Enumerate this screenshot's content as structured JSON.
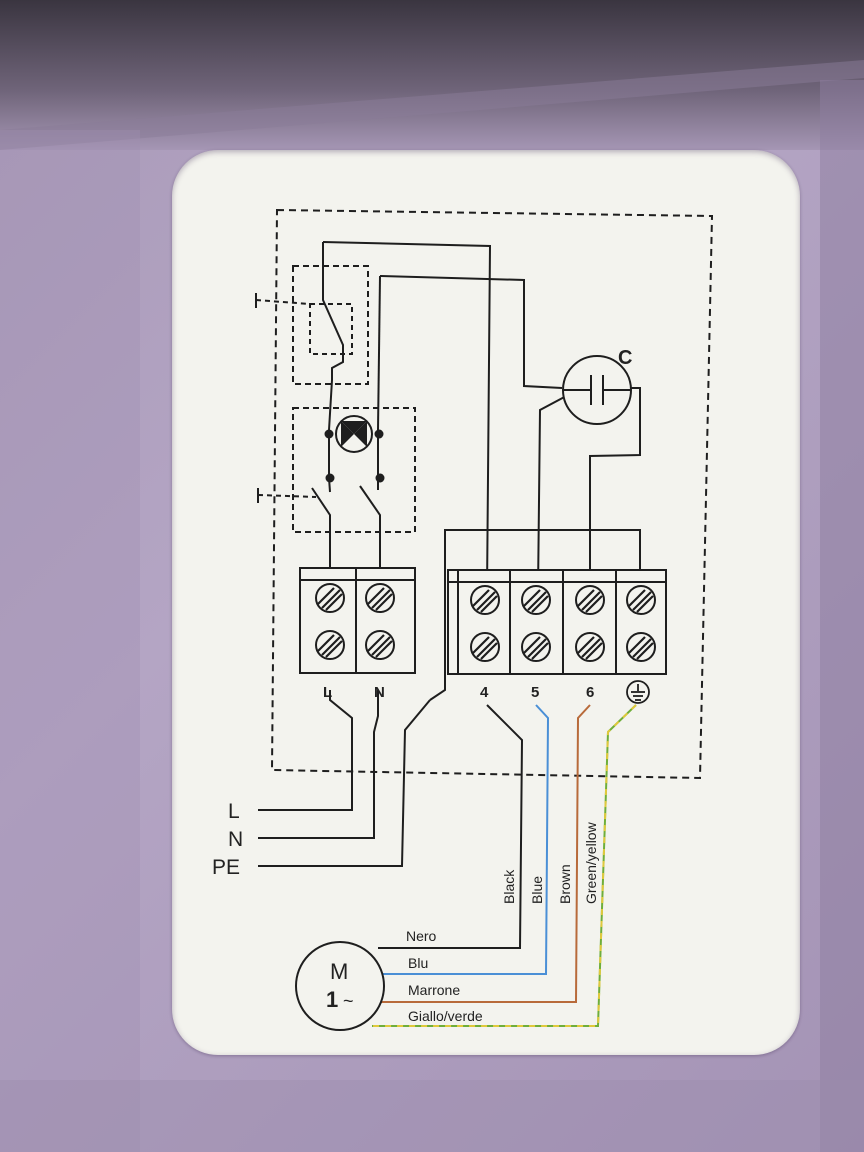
{
  "capacitor": {
    "label": "C"
  },
  "terminals_left": [
    "L",
    "N"
  ],
  "terminals_right": [
    "4",
    "5",
    "6"
  ],
  "supply": {
    "l": "L",
    "n": "N",
    "pe": "PE"
  },
  "wire_colors_en": [
    "Black",
    "Blue",
    "Brown",
    "Green/yellow"
  ],
  "wire_colors_it": [
    "Nero",
    "Blu",
    "Marrone",
    "Giallo/verde"
  ],
  "motor": {
    "top": "M",
    "bottom": "1",
    "phase": "~"
  },
  "colors": {
    "blue_wire": "#4a8fd6",
    "brown_wire": "#b86a3a",
    "green_wire": "#6fae3a",
    "yellow_wire": "#e0c93c",
    "ink": "#1e1e1e",
    "card": "#f3f3ee",
    "background": "#b0a1c0"
  }
}
